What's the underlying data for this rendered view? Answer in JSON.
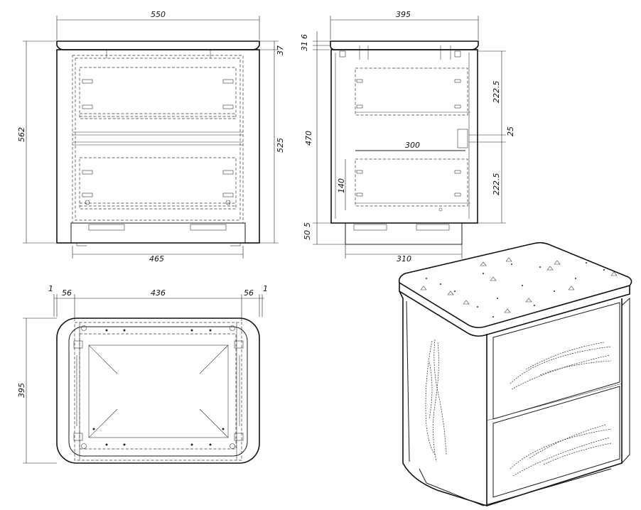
{
  "front_view": {
    "width_top": "550",
    "height_total": "562",
    "height_body": "525",
    "top_offset": "37",
    "width_base": "465"
  },
  "side_view": {
    "depth_top": "395",
    "top_thickness": "6",
    "top_offset": "31",
    "body_height": "470",
    "drawer_upper": "222.5",
    "drawer_lower": "222.5",
    "gap": "25",
    "drawer_depth": "300",
    "drawer_inner_height": "140",
    "plinth_gap": "5",
    "plinth_height": "50",
    "base_depth": "310"
  },
  "top_view": {
    "edge_left": "1",
    "edge_right": "1",
    "margin_left": "56",
    "margin_right": "56",
    "inner_width": "436",
    "depth": "395"
  }
}
